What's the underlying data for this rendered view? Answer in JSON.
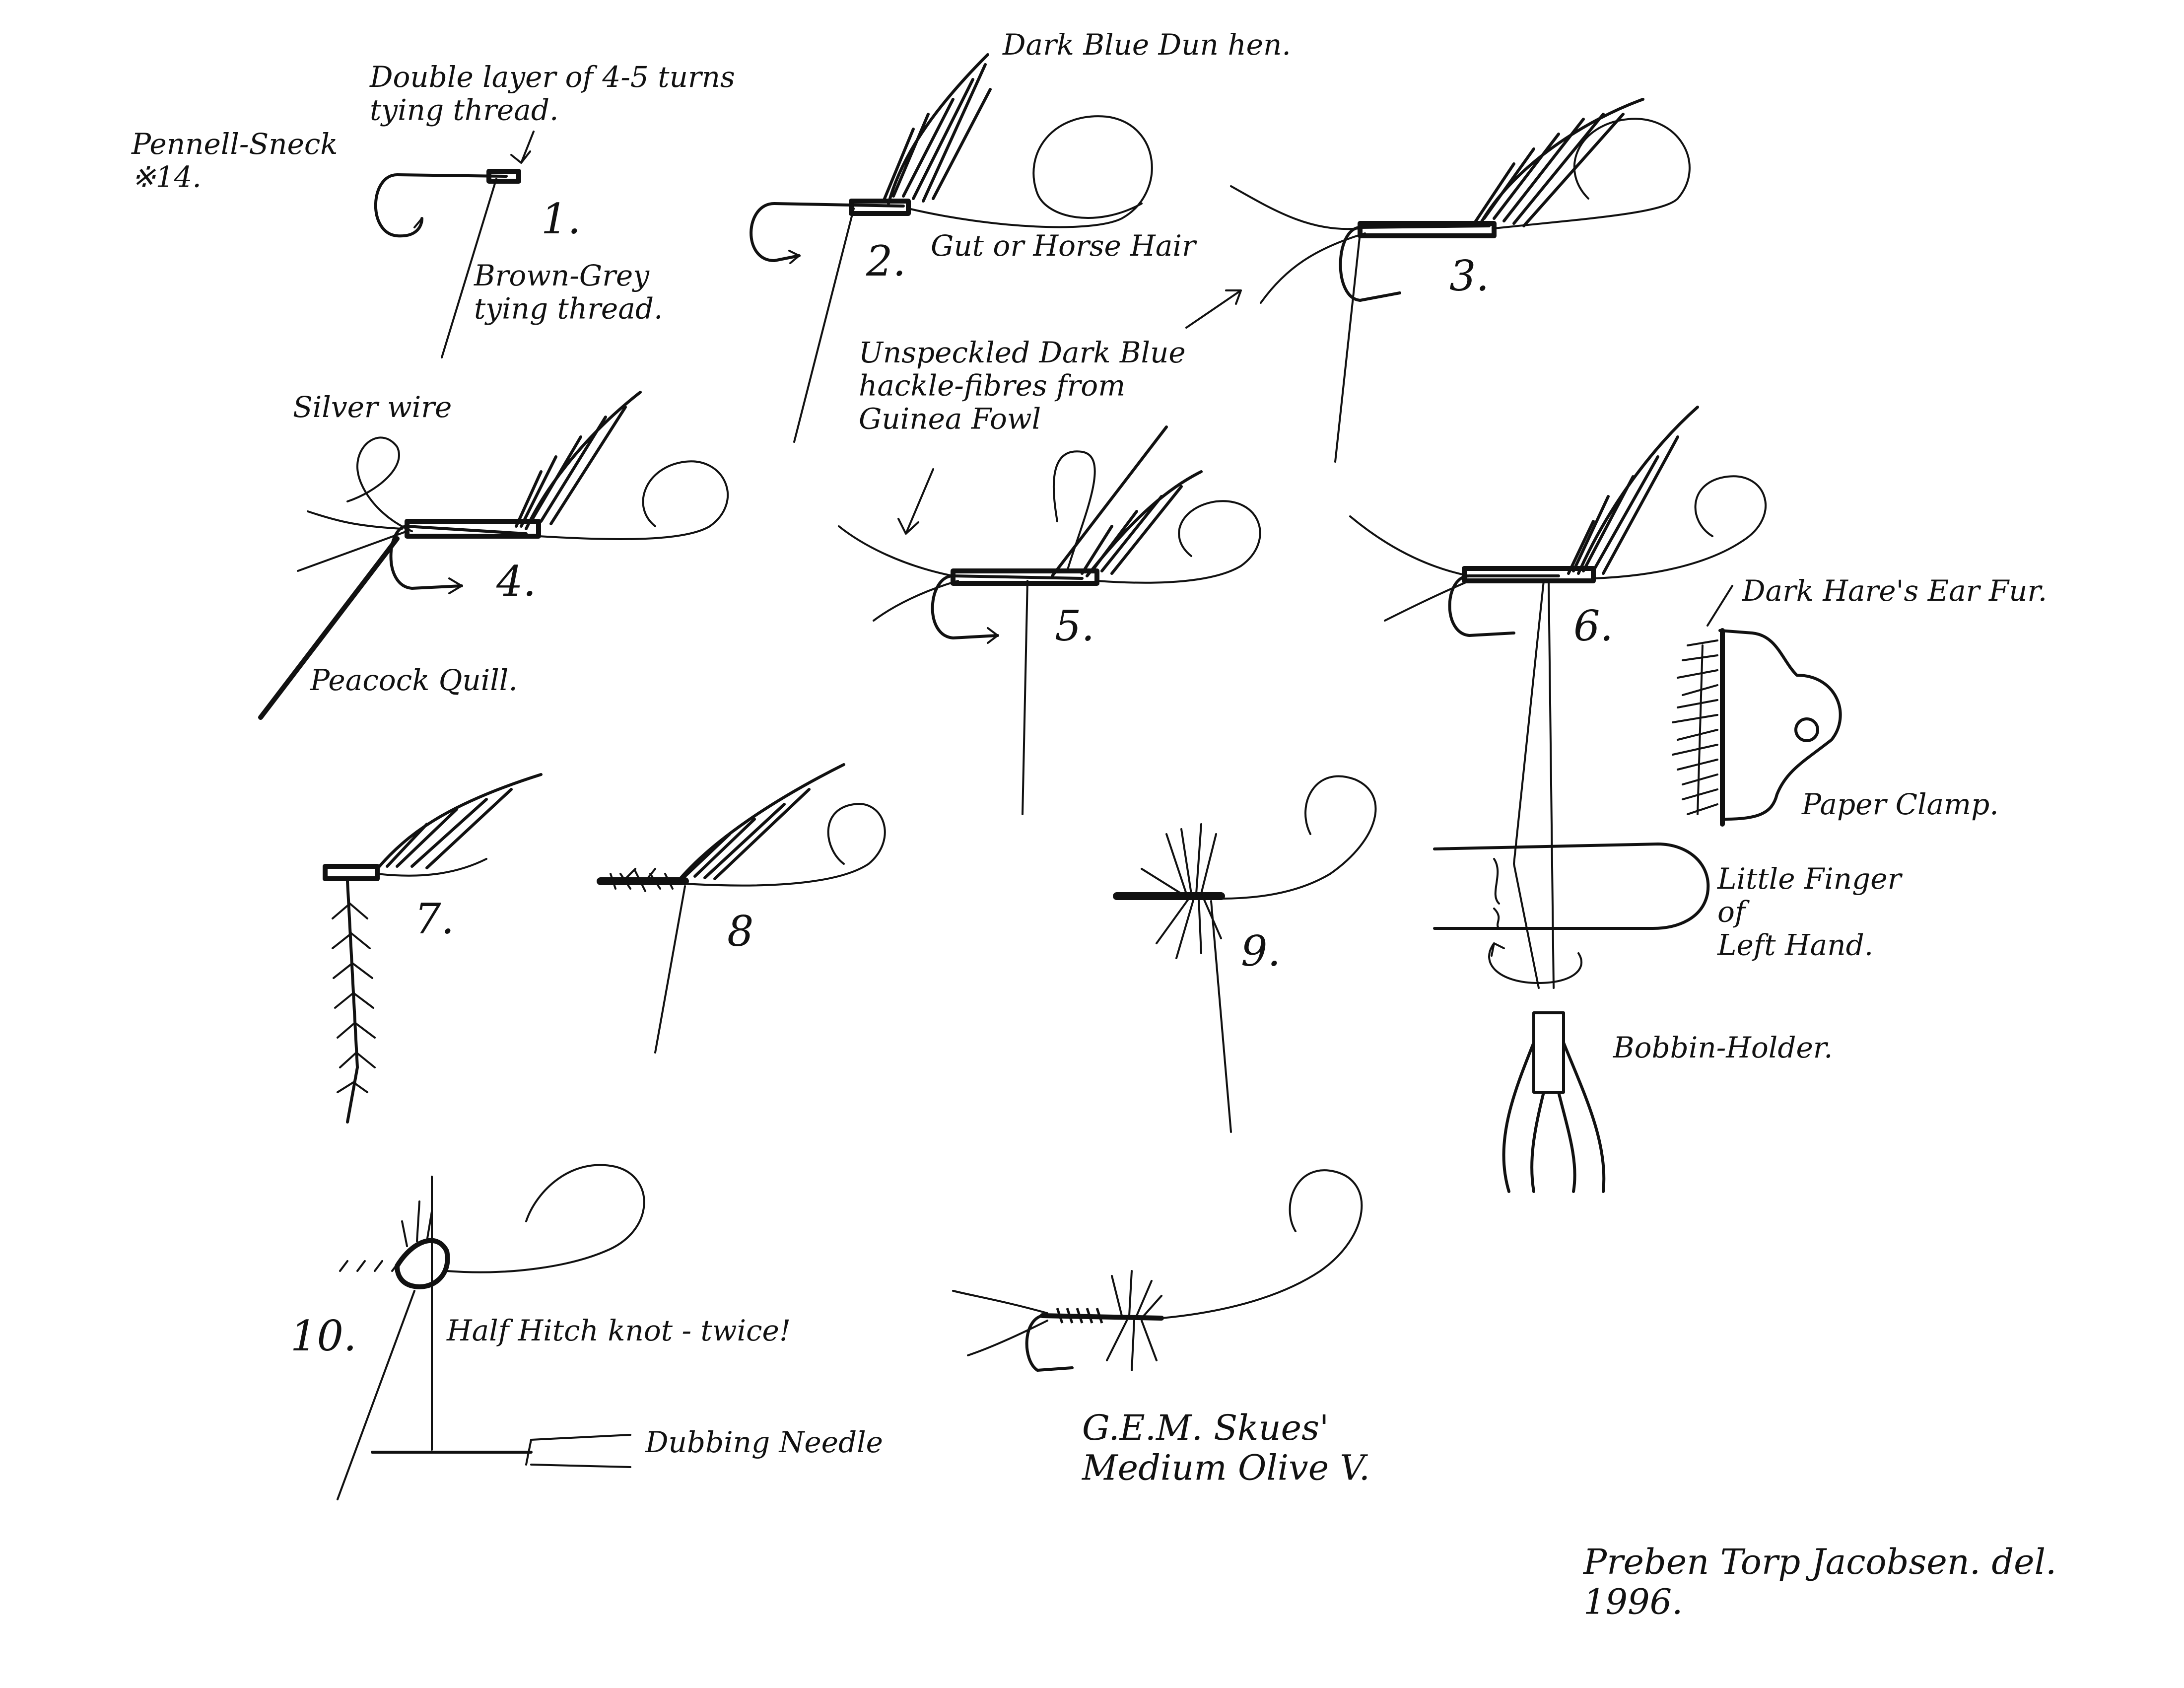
{
  "diagram": {
    "colors": {
      "ink": "#111111",
      "paper": "#ffffff"
    },
    "labels": {
      "hook": "Pennell-Sneck\n※14.",
      "double_layer": "Double layer of 4-5 turns\ntying thread.",
      "dark_blue_dun": "Dark Blue Dun hen.",
      "brown_grey": "Brown-Grey\ntying thread.",
      "gut": "Gut or Horse Hair",
      "unspeckled": "Unspeckled Dark Blue\nhackle-fibres from\nGuinea Fowl",
      "silver_wire": "Silver wire",
      "peacock": "Peacock Quill.",
      "hares_ear": "Dark Hare's Ear Fur.",
      "paper_clamp": "Paper Clamp.",
      "little_finger": "Little Finger\nof\nLeft Hand.",
      "bobbin": "Bobbin-Holder.",
      "half_hitch": "Half Hitch knot - twice!",
      "dubbing_needle": "Dubbing Needle",
      "pattern": "G.E.M. Skues'\nMedium Olive V.",
      "signature": "Preben Torp Jacobsen. del.\n1996."
    },
    "steps": [
      "1.",
      "2.",
      "3.",
      "4.",
      "5.",
      "6.",
      "7.",
      "8",
      "9.",
      "10."
    ]
  }
}
